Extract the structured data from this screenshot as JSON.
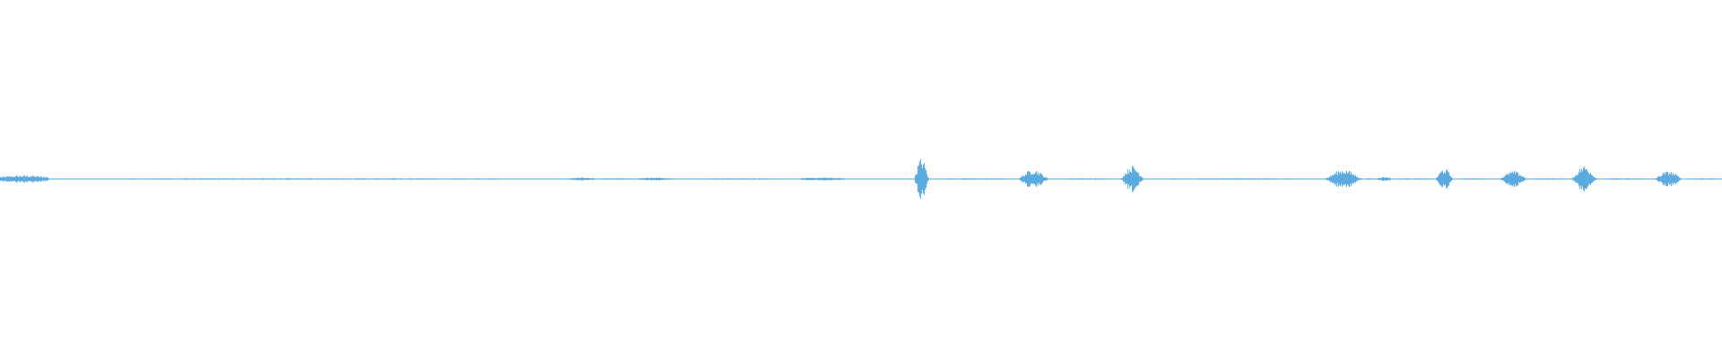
{
  "waveform": {
    "color": "#5aaae0",
    "background": "#ffffff",
    "segments": [
      {
        "start": 0.0,
        "end": 0.028,
        "amp": 0.02
      },
      {
        "start": 0.028,
        "end": 0.33,
        "amp": 0.004
      },
      {
        "start": 0.33,
        "end": 0.345,
        "amp": 0.008
      },
      {
        "start": 0.345,
        "end": 0.37,
        "amp": 0.004
      },
      {
        "start": 0.37,
        "end": 0.39,
        "amp": 0.008
      },
      {
        "start": 0.39,
        "end": 0.465,
        "amp": 0.004
      },
      {
        "start": 0.465,
        "end": 0.49,
        "amp": 0.008
      },
      {
        "start": 0.49,
        "end": 0.53,
        "amp": 0.003
      },
      {
        "start": 0.53,
        "end": 0.54,
        "amp": 0.12
      },
      {
        "start": 0.54,
        "end": 0.59,
        "amp": 0.004
      },
      {
        "start": 0.59,
        "end": 0.61,
        "amp": 0.055
      },
      {
        "start": 0.61,
        "end": 0.65,
        "amp": 0.004
      },
      {
        "start": 0.65,
        "end": 0.665,
        "amp": 0.075
      },
      {
        "start": 0.665,
        "end": 0.768,
        "amp": 0.004
      },
      {
        "start": 0.768,
        "end": 0.792,
        "amp": 0.055
      },
      {
        "start": 0.792,
        "end": 0.8,
        "amp": 0.004
      },
      {
        "start": 0.8,
        "end": 0.808,
        "amp": 0.012
      },
      {
        "start": 0.808,
        "end": 0.833,
        "amp": 0.004
      },
      {
        "start": 0.833,
        "end": 0.845,
        "amp": 0.06
      },
      {
        "start": 0.845,
        "end": 0.87,
        "amp": 0.004
      },
      {
        "start": 0.87,
        "end": 0.888,
        "amp": 0.045
      },
      {
        "start": 0.888,
        "end": 0.912,
        "amp": 0.004
      },
      {
        "start": 0.912,
        "end": 0.928,
        "amp": 0.075
      },
      {
        "start": 0.928,
        "end": 0.96,
        "amp": 0.004
      },
      {
        "start": 0.96,
        "end": 0.978,
        "amp": 0.045
      },
      {
        "start": 0.978,
        "end": 1.0,
        "amp": 0.004
      }
    ]
  }
}
